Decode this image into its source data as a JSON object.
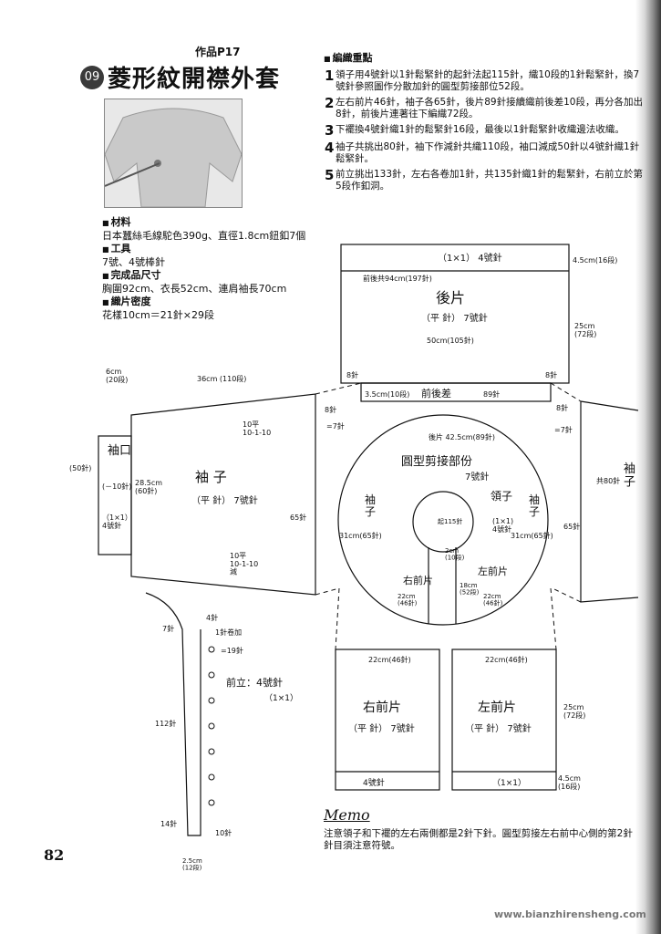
{
  "header": {
    "work_ref": "作品P17",
    "number": "09",
    "title": "菱形紋開襟外套"
  },
  "materials": [
    {
      "head": "材料",
      "text": "日本蠶絲毛線駝色390g、直徑1.8cm鈕釦7個"
    },
    {
      "head": "工具",
      "text": "7號、4號棒針"
    },
    {
      "head": "完成品尺寸",
      "text": "胸圍92cm、衣長52cm、連肩袖長70cm"
    },
    {
      "head": "織片密度",
      "text": "花樣10cm＝21針×29段"
    }
  ],
  "steps_title": "編織重點",
  "steps": [
    {
      "n": "1",
      "text": "領子用4號針以1針鬆緊針的起針法起115針，織10段的1針鬆緊針，換7號針參照圖作分散加針的圓型剪接部位52段。"
    },
    {
      "n": "2",
      "text": "左右前片46針，袖子各65針，後片89針接續織前後差10段，再分各加出8針，前後片連著往下編織72段。"
    },
    {
      "n": "3",
      "text": "下襬換4號針織1針的鬆緊針16段，最後以1針鬆緊針收織邊法收織。"
    },
    {
      "n": "4",
      "text": "袖子共挑出80針，袖下作減針共織110段，袖口減成50針以4號針織1針鬆緊針。"
    },
    {
      "n": "5",
      "text": "前立挑出133針，左右各卷加1針，共135針織1針的鬆緊針，右前立於第5段作釦洞。"
    }
  ],
  "diagram": {
    "back": {
      "title": "後片",
      "pattern": "（平 針） 7號針",
      "rib": "（1×1） 4號針",
      "cast_on_note": "前後共94cm(197針)",
      "width": "50cm(105針)",
      "height_body": "25cm\n(72段)",
      "height_rib": "4.5cm(16段)",
      "diff": "前後差",
      "diff_left": "3.5cm(10段)",
      "diff_right": "89針",
      "inc_left": "8針",
      "inc_right": "8針"
    },
    "sleeve": {
      "title": "袖 子",
      "pattern": "（平 針） 7號針",
      "cuff_title": "袖口",
      "cuff_pattern": "（1×1）\n4號針",
      "cuff_len": "6cm\n(20段)",
      "length": "36cm (110段)",
      "cuff_sts": "(50針)",
      "cuff_dec": "(－10針)",
      "width": "28.5cm\n(60針)",
      "sts": "65針",
      "dec_top": "10平\n10-1-10",
      "dec_bottom": "10平\n10-1-10\n減",
      "top_sts": "8針",
      "top_eq": "=7針",
      "right_label": "袖\n子",
      "right_sts": "共80針",
      "right_65": "65針",
      "right_8": "8針",
      "right_eq": "=7針"
    },
    "yoke": {
      "title": "圓型剪接部份",
      "pattern": "7號針",
      "back_arc": "後片 42.5cm(89針)",
      "sleeve_left": "袖\n子",
      "sleeve_right": "袖\n子",
      "sleeve_left_sts": "31cm(65針)",
      "sleeve_right_sts": "31cm(65針)",
      "collar": "領子",
      "collar_pattern": "(1×1)\n4號針",
      "collar_sts": "起115針",
      "collar_2cm": "2cm\n(10段)",
      "right_front": "右前片",
      "left_front": "左前片",
      "right_front_sts": "22cm\n(46針)",
      "left_front_sts": "22cm\n(46針)",
      "depth": "18cm\n(52段)"
    },
    "fronts": {
      "right_title": "右前片",
      "left_title": "左前片",
      "pattern": "（平 針） 7號針",
      "width_right": "22cm(46針)",
      "width_left": "22cm(46針)",
      "rib_left": "4號針",
      "rib_right": "（1×1）",
      "height_body": "25cm\n(72段)",
      "height_rib": "4.5cm\n(16段)"
    },
    "band": {
      "title": "前立：4號針",
      "pattern": "（1×1）",
      "length": "112針",
      "top_sts": "4針",
      "top_note": "1針卷加",
      "hole_note": "=19針",
      "bottom_sts": "14針",
      "bottom_right": "10針",
      "width": "2.5cm\n(12段)",
      "collar_sts": "7針"
    }
  },
  "memo_title": "Memo",
  "memo": "注意領子和下襬的左右兩側都是2針下針。圓型剪接左右前中心側的第2針針目須注意符號。",
  "page_number": "82",
  "watermark": "www.bianzhirensheng.com"
}
